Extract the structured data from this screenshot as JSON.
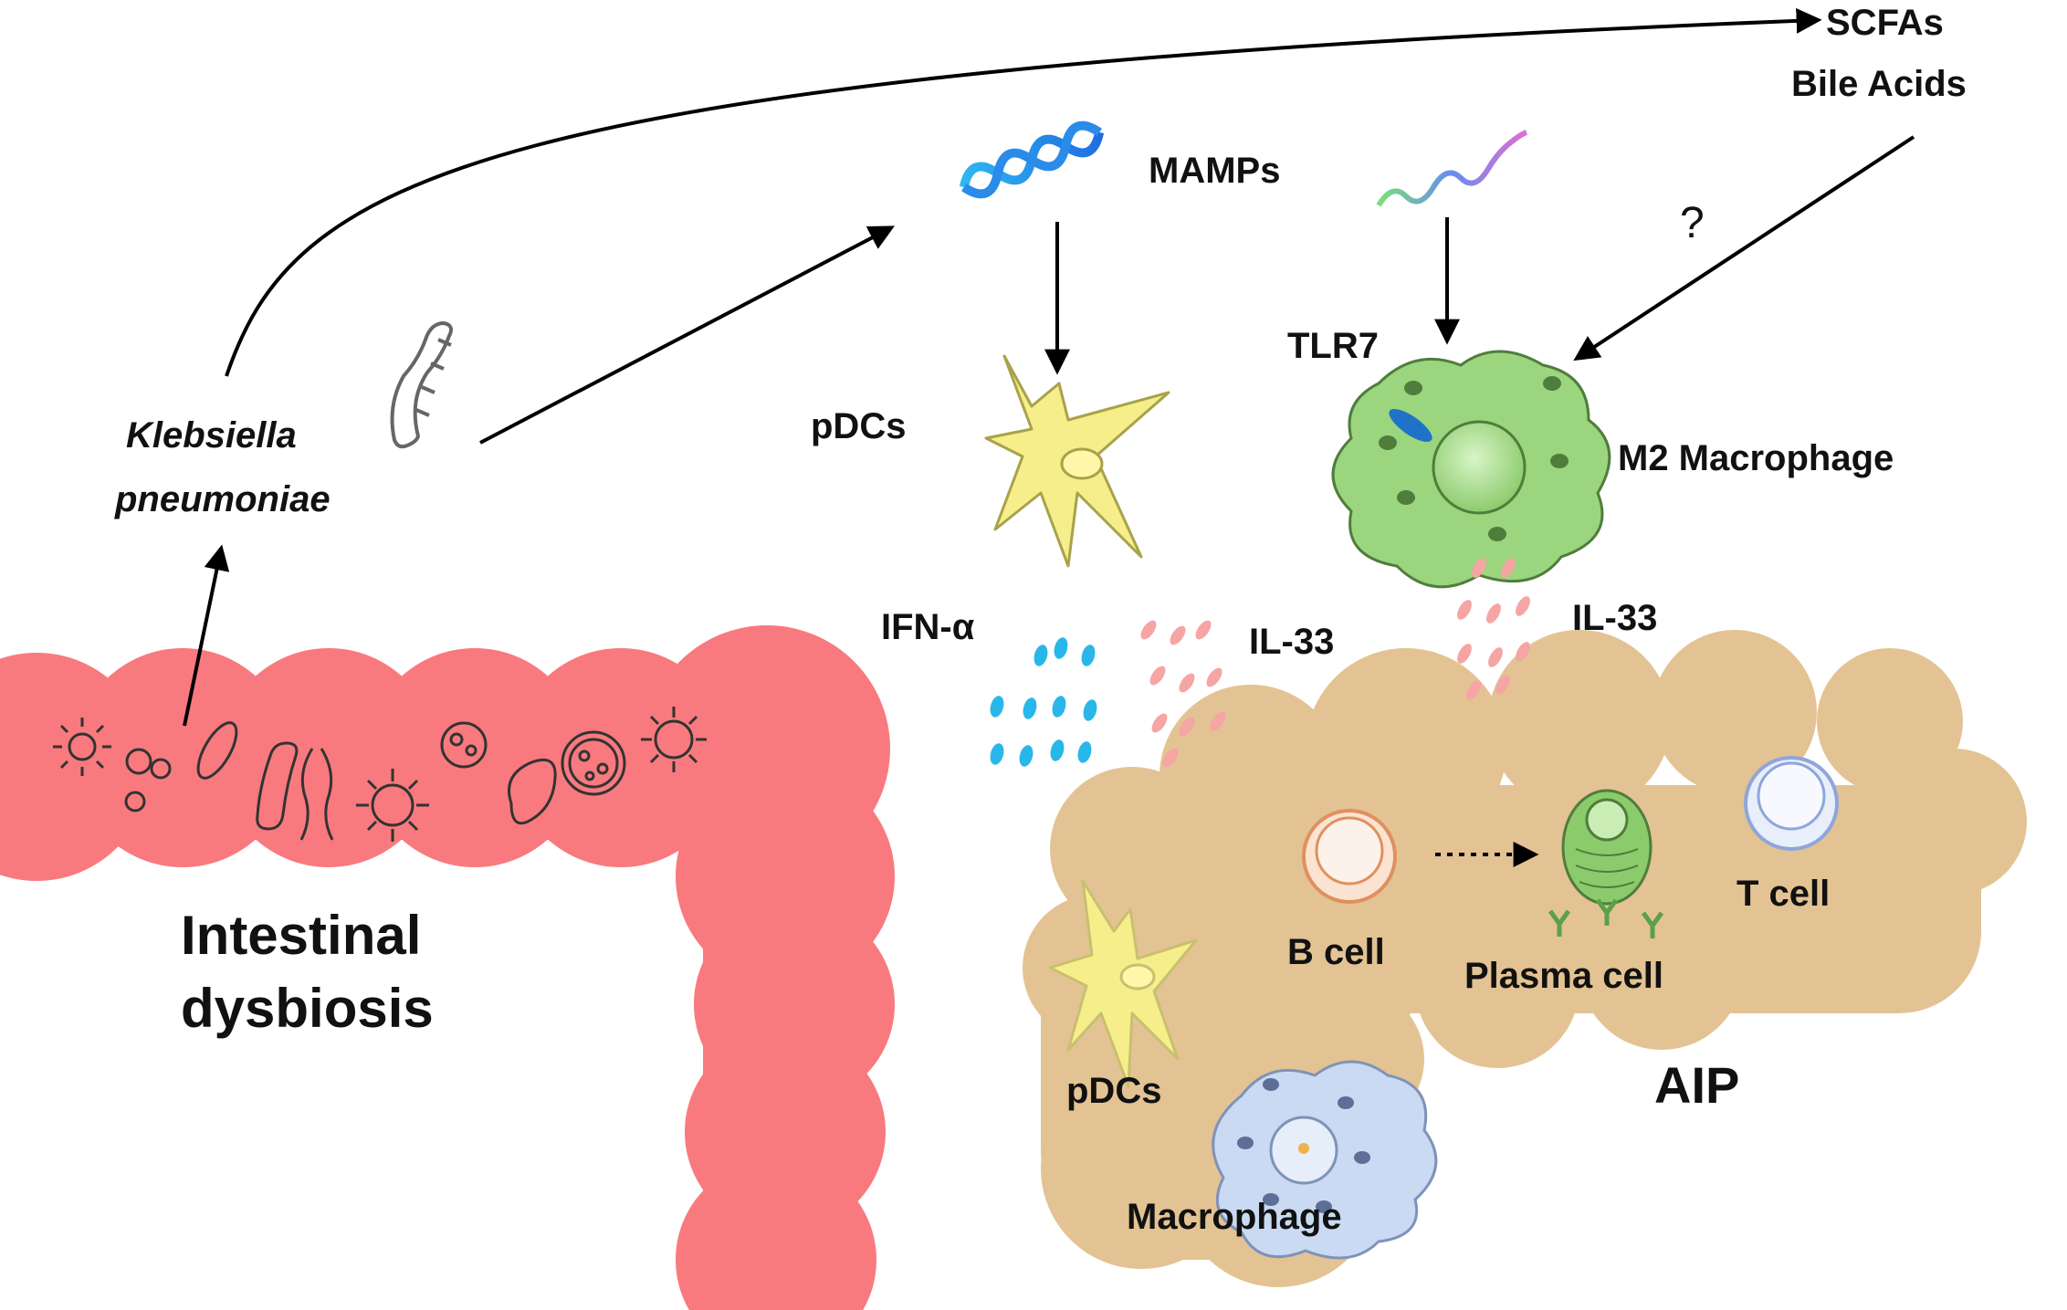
{
  "labels": {
    "scfas": "SCFAs",
    "bile_acids": "Bile Acids",
    "mamps": "MAMPs",
    "question": "?",
    "tlr7": "TLR7",
    "pdcs_top": "pDCs",
    "m2_macrophage": "M2 Macrophage",
    "klebsiella_1": "Klebsiella",
    "klebsiella_2": "pneumoniae",
    "ifn_alpha": "IFN-α",
    "il33_left": "IL-33",
    "il33_right": "IL-33",
    "b_cell": "B cell",
    "plasma_cell": "Plasma cell",
    "t_cell": "T cell",
    "pdcs_bottom": "pDCs",
    "macrophage": "Macrophage",
    "aip": "AIP",
    "intestinal_1": "Intestinal",
    "intestinal_2": "dysbiosis"
  },
  "colors": {
    "intestine": "#F87A7E",
    "pancreas": "#E3C393",
    "pdc": "#F6EE8A",
    "m2_macrophage": "#9BD57E",
    "macrophage": "#C9DAF2",
    "ifn_drops": "#29B7EA",
    "il33_drops": "#F6A5A5",
    "b_cell": "#E0905E",
    "plasma_cell": "#8CCB6C",
    "t_cell": "#8FA6DA",
    "tlr7": "#1E73C8"
  }
}
